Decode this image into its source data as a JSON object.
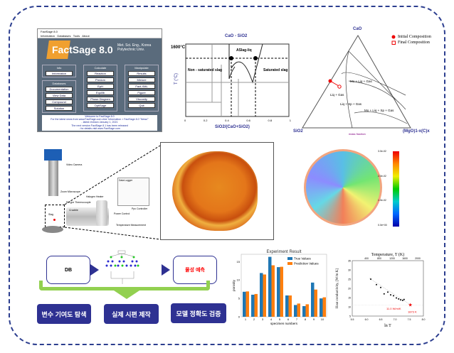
{
  "factsage": {
    "title": "FactSage 8.0",
    "menu": [
      "Information",
      "Databases",
      "Tools",
      "About"
    ],
    "logo": "FactSage 8.0",
    "subtitle": "Met. Sci. Eng., Korea Polytechnic Univ.",
    "groups": [
      {
        "label": "Info",
        "buttons": [
          "Information"
        ]
      },
      {
        "label": "Databases",
        "buttons": [
          "Documentation",
          "View Data",
          "Compound",
          "Solution"
        ]
      },
      {
        "label": "Calculate",
        "buttons": [
          "Reaction",
          "Predom",
          "EpH",
          "Equilib",
          "Phase Diagram",
          "OptiSage"
        ]
      },
      {
        "label": "Manipulate",
        "buttons": [
          "Results",
          "Mixture",
          "Fact-XML",
          "Figure",
          "Viscosity",
          "Quit"
        ]
      }
    ],
    "message": [
      "Welcome to FactSage 8.0",
      "For the latest news from www.FactSage.com click 'Information > FactSage 8.0 \"News\"'",
      "- latest revision January 1, 2021",
      "The next version FactSage 8.1 has been released",
      "- for details visit www.FactSage.com"
    ]
  },
  "phase_diagram": {
    "title": "CaO - SiO2",
    "ylabel": "T (°C)",
    "xlabel": "SiO2/(CaO+SiO2)",
    "temp_marker": "1600°C",
    "labels": [
      "Non - saturated slag",
      "Saturated slag",
      "ASlag-liq"
    ],
    "xticks": [
      "0",
      "0.2",
      "0.4",
      "0.6",
      "0.8",
      "1"
    ]
  },
  "ternary": {
    "apex_top": "CaO",
    "apex_left": "SiO2",
    "apex_right": "(MgO)1-x(C)x",
    "axis_label": "mass fraction",
    "legend": [
      "Initial Composition",
      "Final Composition"
    ],
    "regions": [
      "Mo + Liq + Gas",
      "Liq + Gas",
      "Liq + Sp + Gas",
      "Mo + Liq + Sp + Gas"
    ]
  },
  "apparatus": {
    "labels": [
      "Video Camera",
      "Zoom Microscope",
      "R-Type Thermocouple",
      "Crucible",
      "Slag",
      "Halogen Heater",
      "Power Control",
      "Temperature Measurement",
      "Data Logger",
      "Ppc Controller"
    ]
  },
  "colorbar": {
    "ticks": [
      "0.0e+00",
      "1.0e-02",
      "2.0e-02",
      "3.0e-02"
    ]
  },
  "workflow": {
    "input": "DB",
    "output": "물성 예측",
    "steps": [
      "변수 기여도 탐색",
      "실제 시편 제작",
      "모델 정확도 검증"
    ],
    "colors": {
      "navy": "#2e3192",
      "green": "#92d050",
      "red": "#ff0000"
    }
  },
  "chart_data": [
    {
      "type": "bar",
      "title": "Experiment Result",
      "xlabel": "specimen numbers",
      "ylabel": "porosity",
      "categories": [
        "1",
        "2",
        "3",
        "4",
        "5",
        "6",
        "7",
        "8",
        "9",
        "10"
      ],
      "ylim": [
        0,
        17
      ],
      "yticks": [
        0,
        5,
        10,
        15
      ],
      "legend": "top-right",
      "series": [
        {
          "name": "True Values",
          "color": "#1f77b4",
          "values": [
            6.8,
            6.0,
            11.9,
            16.3,
            13.5,
            5.8,
            3.2,
            2.9,
            9.3,
            5.0
          ]
        },
        {
          "name": "Prediction Values",
          "color": "#ff7f0e",
          "values": [
            6.9,
            6.2,
            11.5,
            14.0,
            13.6,
            5.8,
            3.6,
            3.4,
            7.4,
            5.3
          ]
        }
      ]
    },
    {
      "type": "scatter",
      "title": "Temperature, T (K)",
      "xlabel": "ln T",
      "ylabel": "Heat conductivity, [W/m K]",
      "xlim": [
        5.5,
        8.0
      ],
      "ylim": [
        5,
        35
      ],
      "xticks": [
        5.5,
        6.0,
        6.5,
        7.0,
        7.5,
        8.0
      ],
      "yticks": [
        5,
        10,
        15,
        20,
        25,
        30,
        35
      ],
      "top_ticks": [
        "400",
        "800",
        "1200",
        "1600",
        "2000"
      ],
      "x": [
        6.15,
        6.35,
        6.5,
        6.62,
        6.75,
        6.85,
        6.95,
        7.05,
        7.13,
        7.2,
        7.27,
        7.32
      ],
      "y": [
        25,
        22,
        20.5,
        17,
        18,
        16.5,
        16,
        14.8,
        14.3,
        13.8,
        13.5,
        14
      ],
      "highlight": {
        "x": 7.54,
        "y": 11.0,
        "labels": [
          "11.0 W/m/K",
          "1873 K"
        ]
      }
    }
  ]
}
